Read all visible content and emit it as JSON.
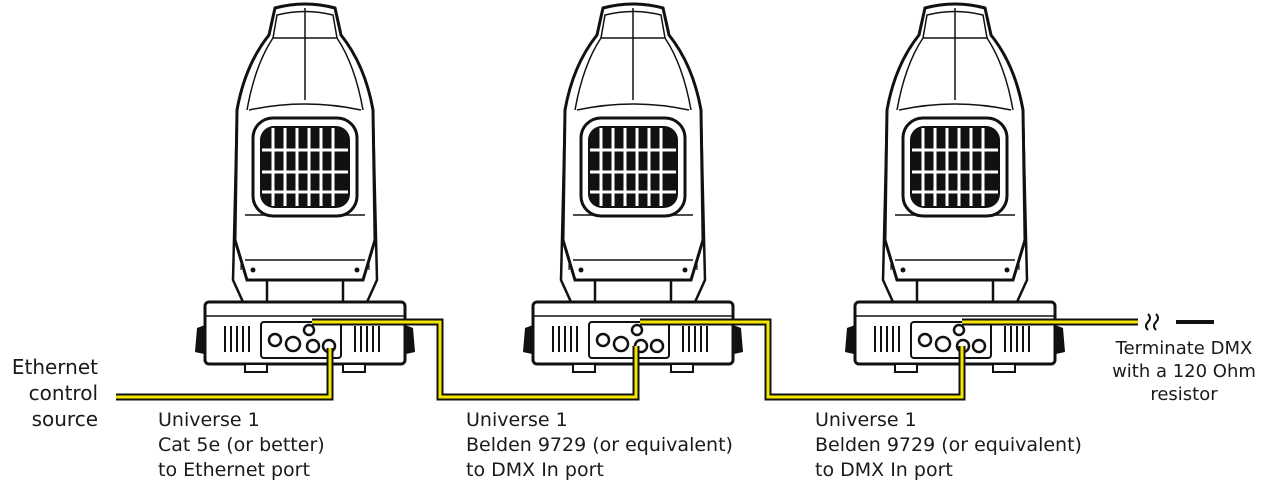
{
  "source_label": [
    "Ethernet",
    "control",
    "source"
  ],
  "connections": [
    {
      "lines": [
        "Universe 1",
        "Cat 5e (or better)",
        "to Ethernet port"
      ]
    },
    {
      "lines": [
        "Universe 1",
        "Belden 9729 (or equivalent)",
        "to DMX In port"
      ]
    },
    {
      "lines": [
        "Universe 1",
        "Belden 9729 (or equivalent)",
        "to DMX In port"
      ]
    }
  ],
  "terminator": [
    "Terminate DMX",
    "with a 120 Ohm",
    "resistor"
  ],
  "fixtures": [
    "moving-head-fixture",
    "moving-head-fixture",
    "moving-head-fixture"
  ],
  "colors": {
    "cable": "#f5e600",
    "outline": "#111111"
  }
}
